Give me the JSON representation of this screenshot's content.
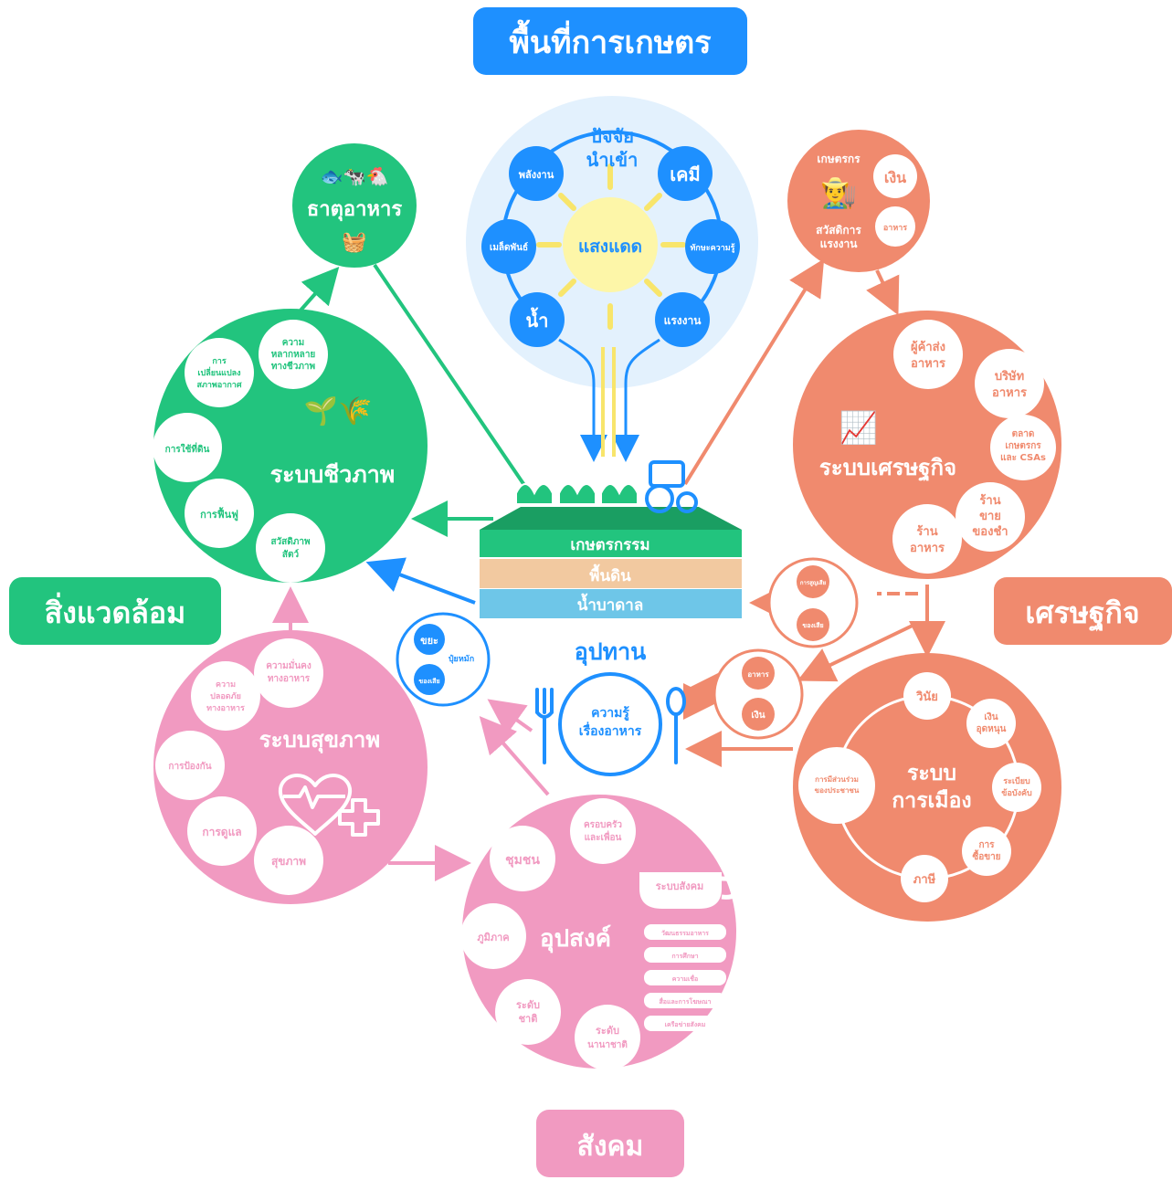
{
  "colors": {
    "blue": "#1e90ff",
    "blue_light": "#e3f1fd",
    "sun": "#fdf6a8",
    "sun_ray": "#f8e56b",
    "green": "#22c47e",
    "green_dark": "#1a9e62",
    "salmon": "#f08a6e",
    "pink": "#f19ac1",
    "tan": "#f2c9a0",
    "sky": "#6ec6e8"
  },
  "labels": {
    "agri_area": "พื้นที่การเกษตร",
    "environment": "สิ่งแวดล้อม",
    "economy": "เศรษฐกิจ",
    "society": "สังคม"
  },
  "inputs": {
    "title_1": "ปัจจัย",
    "title_2": "นำเข้า",
    "center": "แสงแดด",
    "energy": "พลังงาน",
    "chemicals": "เคมี",
    "seeds": "เมล็ดพันธ์",
    "skills": "ทักษะความรู้",
    "water": "น้ำ",
    "labor": "แรงงาน"
  },
  "layers": {
    "agriculture": "เกษตรกรรม",
    "soil": "พื้นดิน",
    "groundwater": "น้ำบาดาล"
  },
  "nutrition": {
    "title": "ธาตุอาหาร"
  },
  "bio": {
    "title": "ระบบชีวภาพ",
    "diversity_1": "ความ",
    "diversity_2": "หลากหลาย",
    "diversity_3": "ทางชีวภาพ",
    "climate_1": "การ",
    "climate_2": "เปลี่ยนแปลง",
    "climate_3": "สภาพอากาศ",
    "land_use": "การใช้ที่ดิน",
    "restore": "การฟื้นฟู",
    "welfare_1": "สวัสดิภาพ",
    "welfare_2": "สัตว์"
  },
  "farmers": {
    "farmer": "เกษตรกร",
    "money": "เงิน",
    "food": "อาหาร",
    "welfare_1": "สวัสดิการ",
    "welfare_2": "แรงงาน"
  },
  "econ": {
    "title": "ระบบเศรษฐกิจ",
    "wholesale_1": "ผู้ค้าส่ง",
    "wholesale_2": "อาหาร",
    "company_1": "บริษัท",
    "company_2": "อาหาร",
    "market_1": "ตลาด",
    "market_2": "เกษตรกร",
    "market_3": "และ CSAs",
    "retail_1": "ร้าน",
    "retail_2": "ขาย",
    "retail_3": "ของชำ",
    "restaurant_1": "ร้าน",
    "restaurant_2": "อาหาร"
  },
  "side": {
    "loss": "การสูญเสีย",
    "waste": "ของเสีย",
    "food": "อาหาร",
    "money": "เงิน"
  },
  "waste_circle": {
    "garbage": "ขยะ",
    "compost": "ปุ๋ยหมัก",
    "waste": "ของเสีย"
  },
  "demand": {
    "title": "อุปทาน",
    "knowledge_1": "ความรู้",
    "knowledge_2": "เรื่องอาหาร"
  },
  "politics": {
    "title_1": "ระบบ",
    "title_2": "การเมือง",
    "discipline": "วินัย",
    "flow_1": "เงิน",
    "flow_2": "อุดหนุน",
    "rules_1": "ระเบียบ",
    "rules_2": "ข้อบังคับ",
    "trade_1": "การ",
    "trade_2": "ซื้อขาย",
    "tax": "ภาษี",
    "participation_1": "การมีส่วนร่วม",
    "participation_2": "ของประชาชน"
  },
  "health": {
    "title": "ระบบสุขภาพ",
    "security_1": "ความมั่นคง",
    "security_2": "ทางอาหาร",
    "safety_1": "ความ",
    "safety_2": "ปลอดภัย",
    "safety_3": "ทางอาหาร",
    "prevention": "การป้องกัน",
    "care": "การดูแล",
    "wellbeing": "สุขภาพ"
  },
  "supply": {
    "title": "อุปสงค์",
    "family_1": "ครอบครัว",
    "family_2": "และเพื่อน",
    "community": "ชุมชน",
    "region": "ภูมิภาค",
    "national_1": "ระดับ",
    "national_2": "ชาติ",
    "international_1": "ระดับ",
    "international_2": "นานาชาติ",
    "social_system": "ระบบสังคม",
    "pills": [
      "วัฒนธรรมอาหาร",
      "การศึกษา",
      "ความเชื่อ",
      "สื่อและการโฆษณา",
      "เครือข่ายสังคม"
    ]
  }
}
